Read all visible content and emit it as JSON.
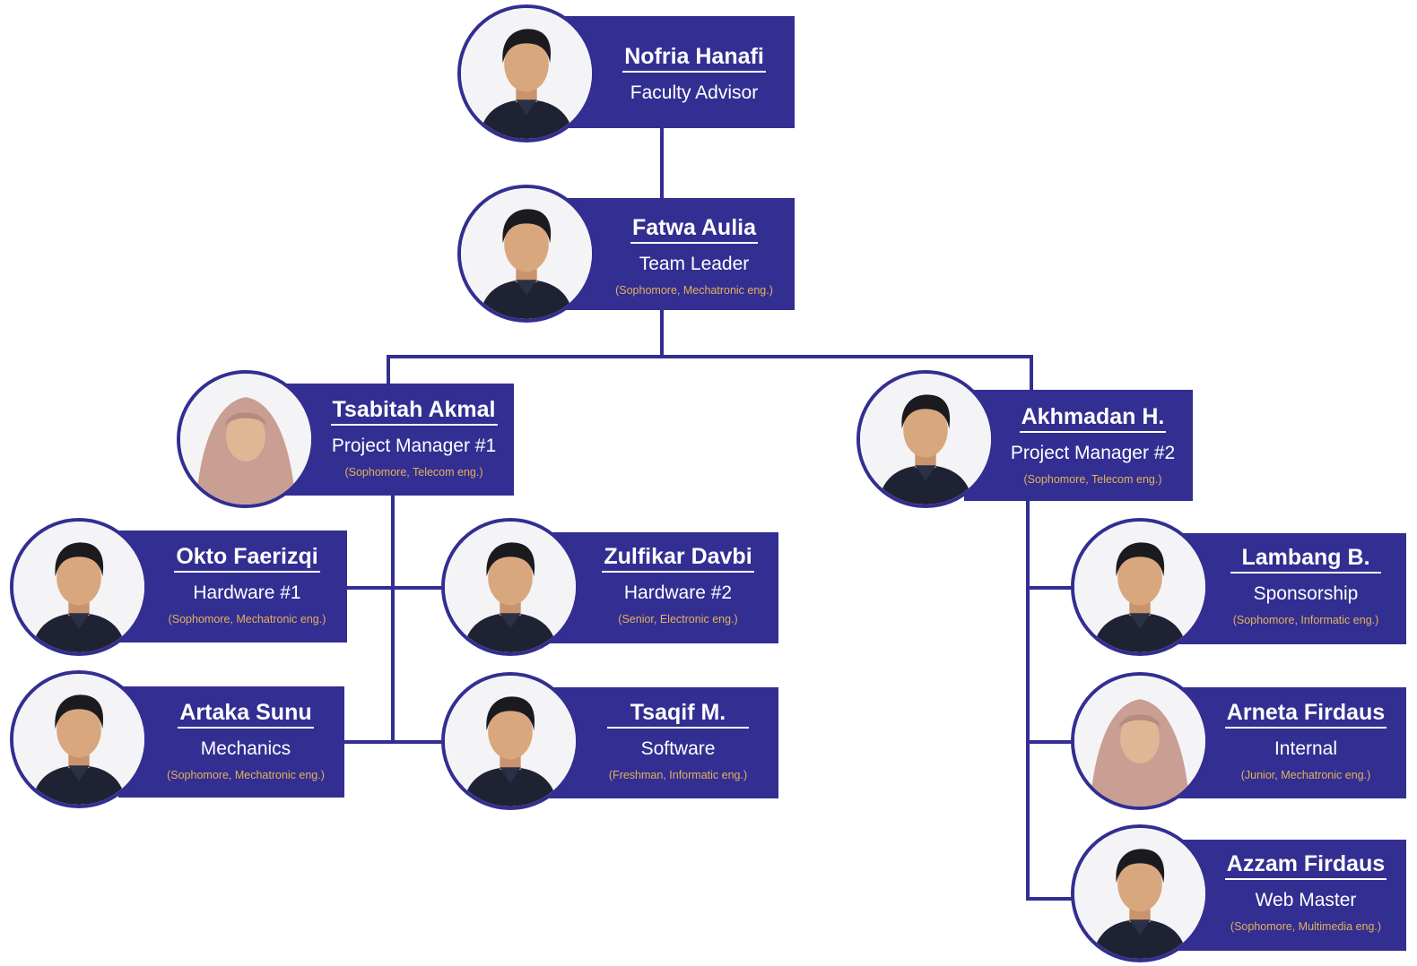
{
  "colors": {
    "card": "#332e92",
    "line": "#332e92",
    "subtitle": "#e2b25a"
  },
  "members": {
    "nofria": {
      "name": "Nofria Hanafi",
      "role": "Faculty Advisor",
      "detail": "",
      "photo": "portrait-male-photo"
    },
    "fatwa": {
      "name": "Fatwa Aulia",
      "role": "Team Leader",
      "detail": "(Sophomore, Mechatronic eng.)",
      "photo": "portrait-male-photo"
    },
    "tsabitah": {
      "name": "Tsabitah Akmal",
      "role": "Project Manager #1",
      "detail": "(Sophomore, Telecom eng.)",
      "photo": "portrait-hijab-photo"
    },
    "akhmadan": {
      "name": "Akhmadan H.",
      "role": "Project Manager #2",
      "detail": "(Sophomore, Telecom eng.)",
      "photo": "portrait-male-photo"
    },
    "okto": {
      "name": "Okto Faerizqi",
      "role": "Hardware #1",
      "detail": "(Sophomore, Mechatronic eng.)",
      "photo": "portrait-male-photo"
    },
    "zulfikar": {
      "name": "Zulfikar Davbi",
      "role": "Hardware #2",
      "detail": "(Senior,  Electronic  eng.)",
      "photo": "portrait-male-photo"
    },
    "artaka": {
      "name": "Artaka Sunu",
      "role": "Mechanics",
      "detail": "(Sophomore, Mechatronic eng.)",
      "photo": "portrait-male-photo"
    },
    "tsaqif": {
      "name": "Tsaqif M.",
      "role": "Software",
      "detail": "(Freshman, Informatic   eng.)",
      "photo": "portrait-male-photo"
    },
    "lambang": {
      "name": "Lambang B.",
      "role": "Sponsorship",
      "detail": "(Sophomore, Informatic   eng.)",
      "photo": "portrait-male-photo"
    },
    "arneta": {
      "name": "Arneta Firdaus",
      "role": "Internal",
      "detail": "(Junior, Mechatronic eng.)",
      "photo": "portrait-hijab-photo"
    },
    "azzam": {
      "name": "Azzam Firdaus",
      "role": "Web Master",
      "detail": "(Sophomore, Multimedia eng.)",
      "photo": "portrait-male-photo"
    }
  }
}
